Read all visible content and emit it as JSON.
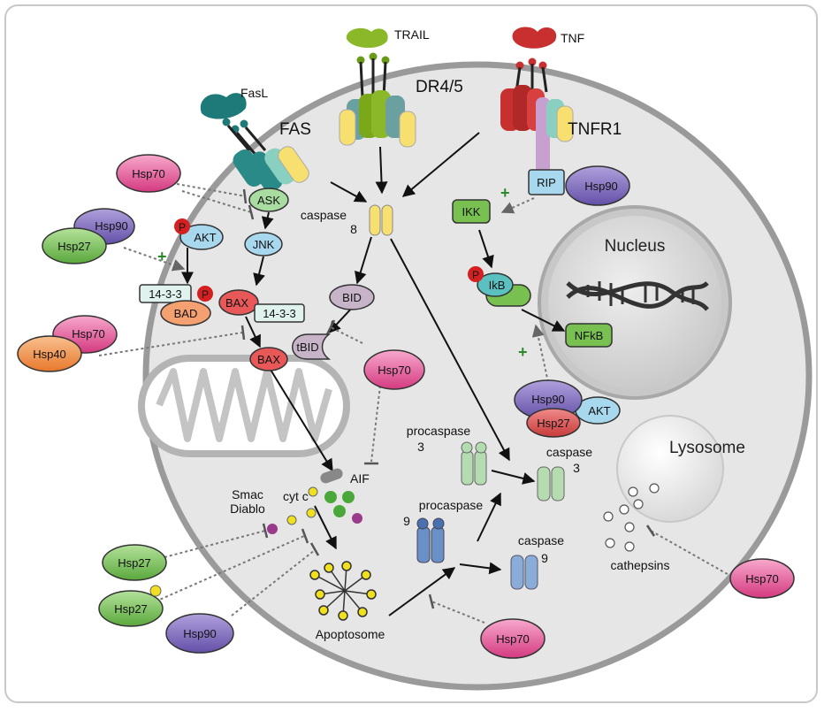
{
  "receptors": {
    "fasl": "FasL",
    "fas": "FAS",
    "trail": "TRAIL",
    "dr45": "DR4/5",
    "tnf": "TNF",
    "tnfr1": "TNFR1"
  },
  "molecules": {
    "ask": "ASK",
    "jnk": "JNK",
    "akt": "AKT",
    "p": "P",
    "bad": "BAD",
    "bax": "BAX",
    "b1433": "14-3-3",
    "caspase8_line1": "caspase",
    "caspase8_line2": "8",
    "bid": "BID",
    "tbid": "tBID",
    "rip": "RIP",
    "ikk": "IKK",
    "ikb": "IkB",
    "nfkb": "NFkB",
    "aif": "AIF",
    "smac_line1": "Smac",
    "smac_line2": "Diablo",
    "cytc": "cyt c",
    "apoptosome": "Apoptosome",
    "procaspase3_line1": "procaspase",
    "procaspase3_line2": "3",
    "procaspase9_line1": "procaspase",
    "procaspase9_line2": "9",
    "caspase3_line1": "caspase",
    "caspase3_line2": "3",
    "caspase9_line1": "caspase",
    "caspase9_line2": "9",
    "cathepsins": "cathepsins",
    "plus": "+"
  },
  "organelles": {
    "nucleus": "Nucleus",
    "lysosome": "Lysosome"
  },
  "chaperones": {
    "hsp70": "Hsp70",
    "hsp90": "Hsp90",
    "hsp27": "Hsp27",
    "hsp40": "Hsp40"
  },
  "colors": {
    "hsp70": "#e0488a",
    "hsp90": "#7a62b8",
    "hsp27": "#6cba48",
    "hsp40": "#f08a3a",
    "akt": "#a8d8ee",
    "bax": "#e85858",
    "bad": "#f4a070",
    "bid": "#c8b4c8",
    "phospho": "#d42020",
    "green_node": "#78c050",
    "fas_teal": "#2a8a88",
    "trail_green": "#8ab828",
    "tnf_red": "#c83030",
    "caspase_yellow": "#f8e070",
    "procaspase_green": "#b4dcb0",
    "procaspase_blue": "#6a90c8",
    "cell_fill": "#e6e6e6",
    "cell_stroke": "#9a9a9a"
  }
}
